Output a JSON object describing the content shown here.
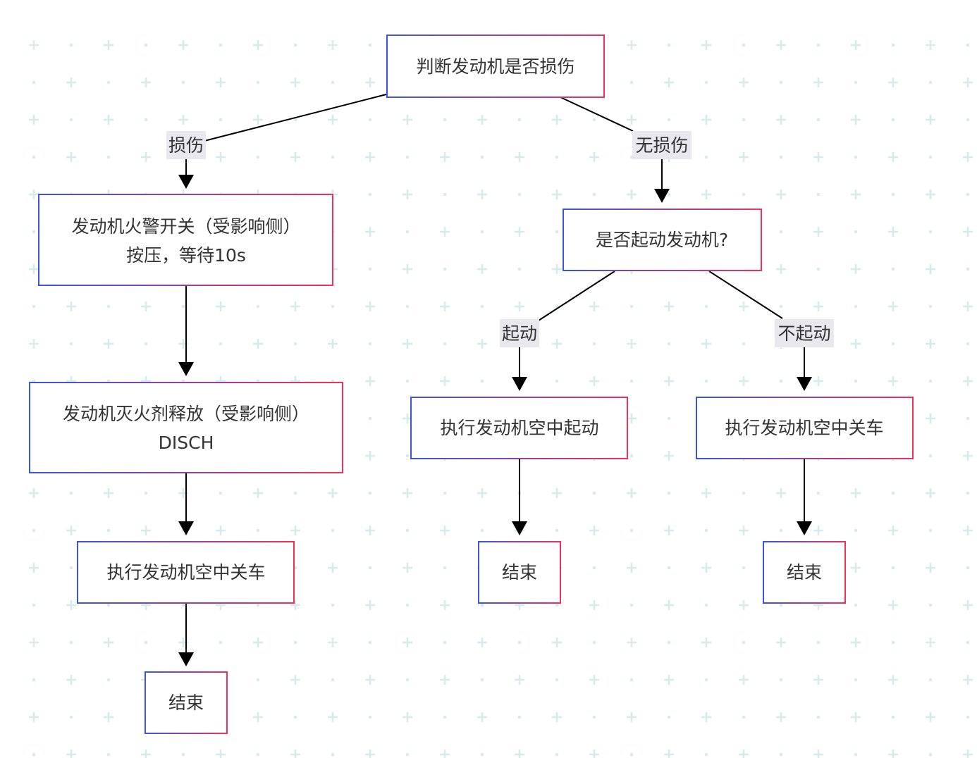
{
  "colors": {
    "background": "#ffffff",
    "grid_dot": "#d6ecec",
    "border_gradient_start": "#3b52e6",
    "border_gradient_end": "#f0305a",
    "edge": "#000000",
    "label_bg": "#e8e8ee",
    "text": "#333333"
  },
  "nodes": {
    "root": {
      "lines": [
        "判断发动机是否损伤"
      ]
    },
    "fire_switch": {
      "lines": [
        "发动机火警开关（受影响侧）",
        "按压，等待10s"
      ]
    },
    "extinguisher": {
      "lines": [
        "发动机灭火剂释放（受影响侧）",
        "DISCH"
      ]
    },
    "shutdown_left": {
      "lines": [
        "执行发动机空中关车"
      ]
    },
    "end_left": {
      "lines": [
        "结束"
      ]
    },
    "start_decision": {
      "lines": [
        "是否起动发动机?"
      ]
    },
    "airstart": {
      "lines": [
        "执行发动机空中起动"
      ]
    },
    "end_middle": {
      "lines": [
        "结束"
      ]
    },
    "shutdown_right": {
      "lines": [
        "执行发动机空中关车"
      ]
    },
    "end_right": {
      "lines": [
        "结束"
      ]
    }
  },
  "edge_labels": {
    "damaged": "损伤",
    "not_damaged": "无损伤",
    "start": "起动",
    "no_start": "不起动"
  }
}
